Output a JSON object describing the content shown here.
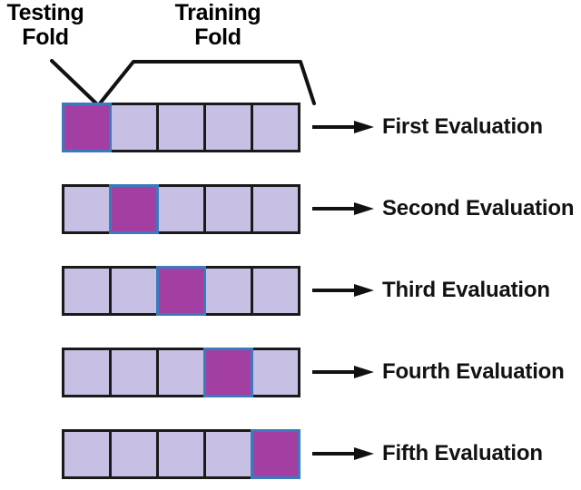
{
  "diagram": {
    "title_testing": "Testing\nFold",
    "title_training": "Training\nFold",
    "colors": {
      "test_fill": "#a33fa3",
      "test_border": "#3a7abd",
      "train_fill": "#c7c0e4",
      "train_border": "#1a1a1a",
      "text": "#121212",
      "background": "#ffffff"
    },
    "n_folds": 5,
    "rows": [
      {
        "label": "First Evaluation",
        "test_index": 0,
        "cells": [
          "test",
          "train",
          "train",
          "train",
          "train"
        ]
      },
      {
        "label": "Second Evaluation",
        "test_index": 1,
        "cells": [
          "train",
          "test",
          "train",
          "train",
          "train"
        ]
      },
      {
        "label": "Third Evaluation",
        "test_index": 2,
        "cells": [
          "train",
          "train",
          "test",
          "train",
          "train"
        ]
      },
      {
        "label": "Fourth Evaluation",
        "test_index": 3,
        "cells": [
          "train",
          "train",
          "train",
          "test",
          "train"
        ]
      },
      {
        "label": "Fifth Evaluation",
        "test_index": 4,
        "cells": [
          "train",
          "train",
          "train",
          "train",
          "test"
        ]
      }
    ],
    "icons": {
      "arrow": "right-arrow-icon",
      "testing_pointer": "testing-fold-pointer-icon",
      "training_bracket": "training-fold-bracket-icon"
    }
  }
}
